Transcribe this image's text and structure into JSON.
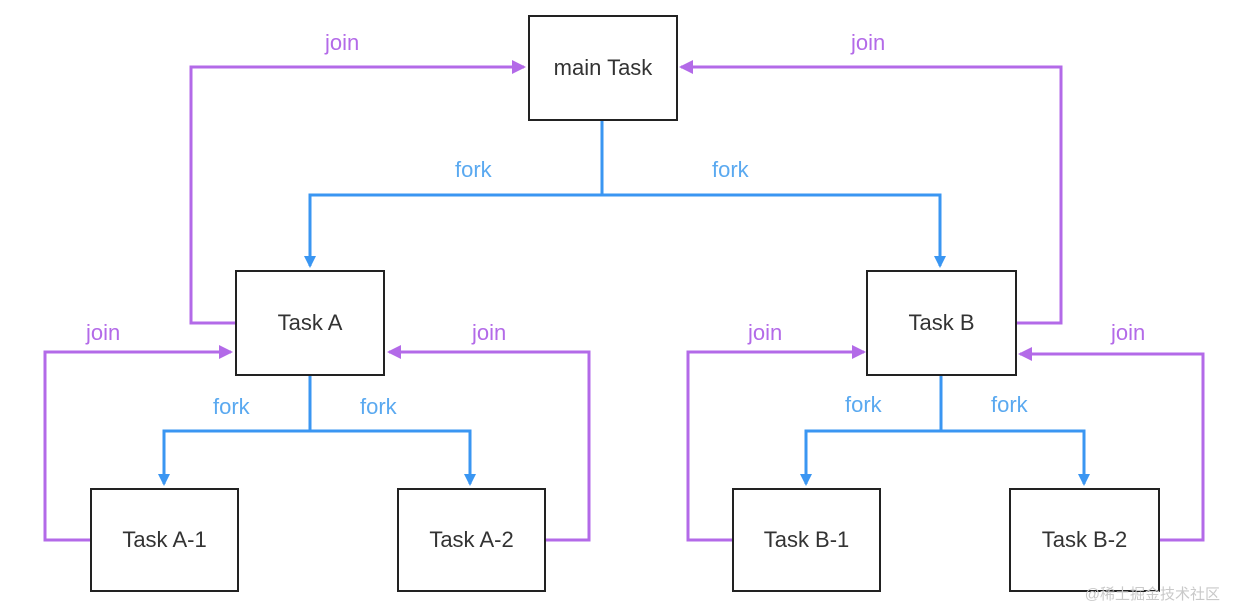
{
  "colors": {
    "fork": "#3a96f2",
    "join": "#b36ae8",
    "box_border": "#222222",
    "text": "#333333"
  },
  "nodes": {
    "main": "main Task",
    "task_a": "Task A",
    "task_b": "Task B",
    "task_a1": "Task A-1",
    "task_a2": "Task A-2",
    "task_b1": "Task B-1",
    "task_b2": "Task B-2"
  },
  "edge_labels": {
    "fork": "fork",
    "join": "join"
  },
  "watermark": "@稀土掘金技术社区"
}
